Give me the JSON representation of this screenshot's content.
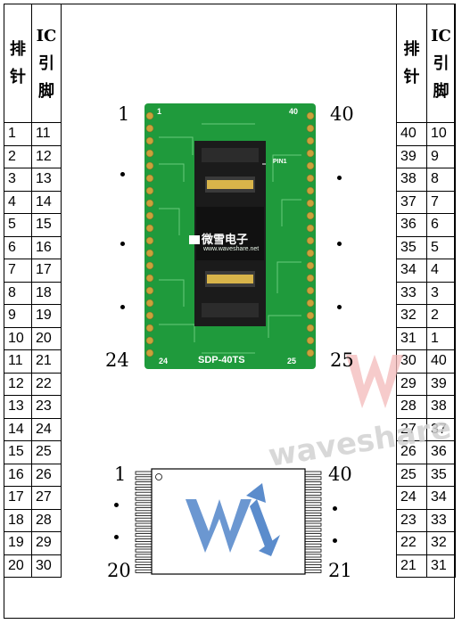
{
  "table": {
    "header_pin_chars": [
      "排",
      "针"
    ],
    "header_ic_chars": [
      "IC",
      "引",
      "脚"
    ]
  },
  "left_rows": [
    [
      "1",
      "11"
    ],
    [
      "2",
      "12"
    ],
    [
      "3",
      "13"
    ],
    [
      "4",
      "14"
    ],
    [
      "5",
      "15"
    ],
    [
      "6",
      "16"
    ],
    [
      "7",
      "17"
    ],
    [
      "8",
      "18"
    ],
    [
      "9",
      "19"
    ],
    [
      "10",
      "20"
    ],
    [
      "11",
      "21"
    ],
    [
      "12",
      "22"
    ],
    [
      "13",
      "23"
    ],
    [
      "14",
      "24"
    ],
    [
      "15",
      "25"
    ],
    [
      "16",
      "26"
    ],
    [
      "17",
      "27"
    ],
    [
      "18",
      "28"
    ],
    [
      "19",
      "29"
    ],
    [
      "20",
      "30"
    ]
  ],
  "right_rows": [
    [
      "40",
      "10"
    ],
    [
      "39",
      "9"
    ],
    [
      "38",
      "8"
    ],
    [
      "37",
      "7"
    ],
    [
      "36",
      "6"
    ],
    [
      "35",
      "5"
    ],
    [
      "34",
      "4"
    ],
    [
      "33",
      "3"
    ],
    [
      "32",
      "2"
    ],
    [
      "31",
      "1"
    ],
    [
      "30",
      "40"
    ],
    [
      "29",
      "39"
    ],
    [
      "28",
      "38"
    ],
    [
      "27",
      "37"
    ],
    [
      "26",
      "36"
    ],
    [
      "25",
      "35"
    ],
    [
      "24",
      "34"
    ],
    [
      "23",
      "33"
    ],
    [
      "22",
      "32"
    ],
    [
      "21",
      "31"
    ]
  ],
  "board": {
    "corner_labels": {
      "top_left": "1",
      "top_right": "40",
      "bottom_left": "24",
      "bottom_right": "25"
    },
    "silk_top_left": "1",
    "silk_top_right": "40",
    "silk_bottom_left": "24",
    "silk_bottom_right": "25",
    "pin1_marker": "PIN1",
    "brand_name": "微雪电子",
    "brand_url": "www.waveshare.net",
    "model": "SDP-40TS"
  },
  "chip": {
    "corner_labels": {
      "top_left": "1",
      "top_right": "40",
      "bottom_left": "20",
      "bottom_right": "21"
    }
  },
  "watermark_text": "waveshare",
  "colors": {
    "pcb_green": "#1f9a3c",
    "socket_black": "#1b1b1b",
    "gold": "#c9a23a",
    "logo_blue": "#5b8ccc",
    "watermark_red": "#f3b9b9"
  }
}
